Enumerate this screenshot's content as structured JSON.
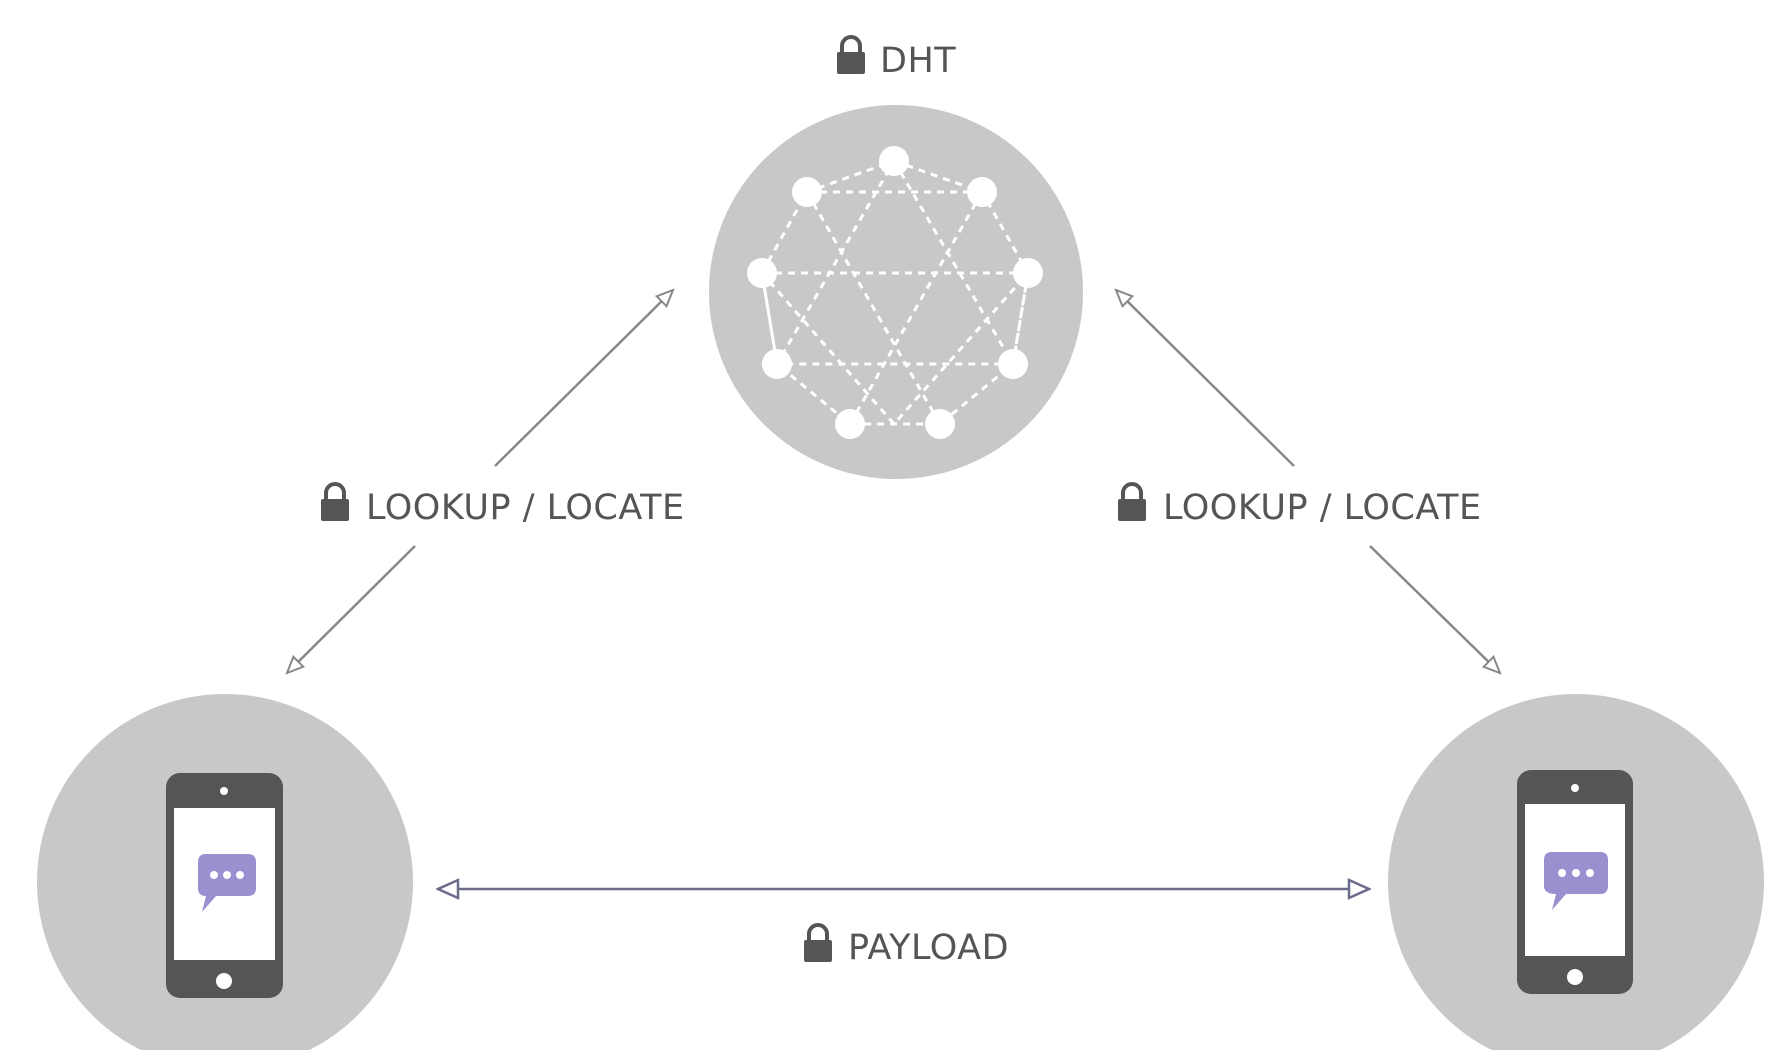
{
  "diagram": {
    "dht": {
      "label": "DHT",
      "icon": "lock-icon"
    },
    "left_edge": {
      "label": "LOOKUP / LOCATE",
      "icon": "lock-icon"
    },
    "right_edge": {
      "label": "LOOKUP / LOCATE",
      "icon": "lock-icon"
    },
    "bottom_edge": {
      "label": "PAYLOAD",
      "icon": "lock-icon"
    },
    "left_device": {
      "icon": "smartphone-icon",
      "screen_icon": "chat-bubble-icon"
    },
    "right_device": {
      "icon": "smartphone-icon",
      "screen_icon": "chat-bubble-icon"
    },
    "colors": {
      "node_circle": "#c8c8c8",
      "mesh": "#ffffff",
      "phone_body": "#555555",
      "phone_screen": "#ffffff",
      "chat_bubble": "#9b8fd0",
      "arrow": "#888888",
      "payload_arrow": "#6b6b8c",
      "lock": "#555555",
      "text": "#555555"
    }
  }
}
